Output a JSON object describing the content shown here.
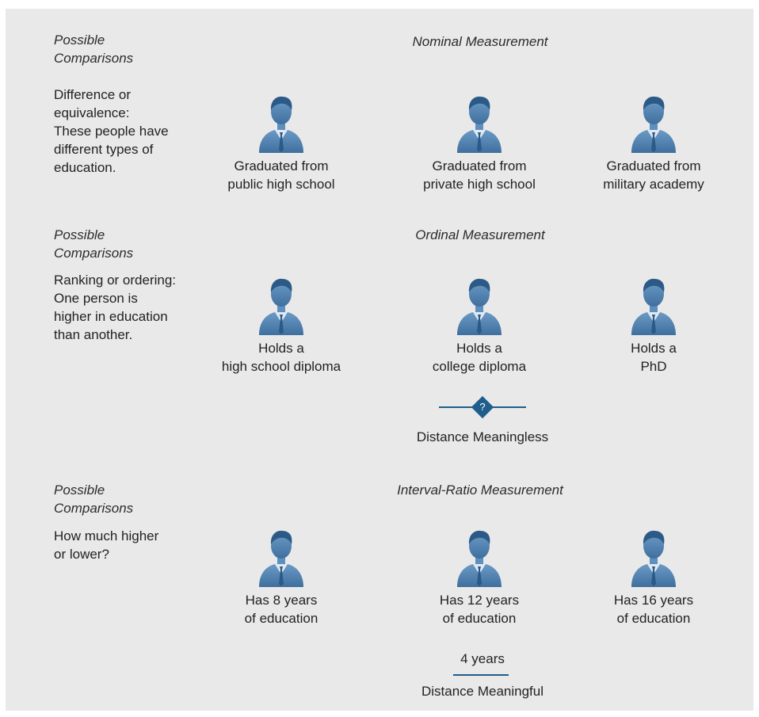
{
  "colors": {
    "accent": "#1f5e8c",
    "panel": "#e9e9e9",
    "person": "#4b7dad"
  },
  "nominal": {
    "left_heading": [
      "Possible",
      "Comparisons"
    ],
    "description": [
      "Difference or",
      "equivalence:",
      "These people have",
      "different types of",
      "education."
    ],
    "title": "Nominal Measurement",
    "people": [
      {
        "icon": "person-icon",
        "label": [
          "Graduated from",
          "public high school"
        ]
      },
      {
        "icon": "person-icon",
        "label": [
          "Graduated from",
          "private high school"
        ]
      },
      {
        "icon": "person-icon",
        "label": [
          "Graduated from",
          "military academy"
        ]
      }
    ]
  },
  "ordinal": {
    "left_heading": [
      "Possible",
      "Comparisons"
    ],
    "description": [
      "Ranking or ordering:",
      "One person is",
      "higher in education",
      "than another."
    ],
    "title": "Ordinal Measurement",
    "people": [
      {
        "icon": "person-icon",
        "label": [
          "Holds a",
          "high school diploma"
        ]
      },
      {
        "icon": "person-icon",
        "label": [
          "Holds a",
          "college diploma"
        ]
      },
      {
        "icon": "person-icon",
        "label": [
          "Holds a",
          "PhD"
        ]
      }
    ],
    "distance_symbol": "?",
    "distance_label": "Distance Meaningless"
  },
  "interval": {
    "left_heading": [
      "Possible",
      "Comparisons"
    ],
    "description": [
      "How much higher",
      "or lower?"
    ],
    "title": "Interval-Ratio Measurement",
    "people": [
      {
        "icon": "person-icon",
        "label": [
          "Has 8 years",
          "of education"
        ]
      },
      {
        "icon": "person-icon",
        "label": [
          "Has 12 years",
          "of education"
        ]
      },
      {
        "icon": "person-icon",
        "label": [
          "Has 16 years",
          "of education"
        ]
      }
    ],
    "distance_value": "4 years",
    "distance_label": "Distance Meaningful"
  }
}
